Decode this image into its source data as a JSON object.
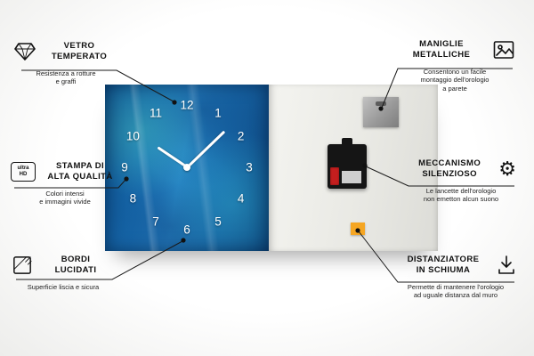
{
  "product": {
    "name": "orologio da parete in vetro",
    "accent_color": "#f5a623",
    "glass_blue": "#1a74b8"
  },
  "clock": {
    "numbers": [
      "12",
      "1",
      "2",
      "3",
      "4",
      "5",
      "6",
      "7",
      "8",
      "9",
      "10",
      "11"
    ]
  },
  "features": [
    {
      "id": "vetro-temperato",
      "title": "VETRO\nTEMPERATO",
      "description": "Resistenza a rotture\ne graffi",
      "icon": "diamond-icon"
    },
    {
      "id": "stampa-alta-qualita",
      "title": "STAMPA DI\nALTA QUALITÀ",
      "description": "Colori intensi\ne immagini vivide",
      "icon": "ultra-hd-icon",
      "icon_label": "ultra\nHD"
    },
    {
      "id": "bordi-lucidati",
      "title": "BORDI\nLUCIDATI",
      "description": "Superficie liscia e sicura",
      "icon": "polished-edge-icon"
    },
    {
      "id": "maniglie-metalliche",
      "title": "MANIGLIE\nMETALLICHE",
      "description": "Consentono un facile\nmontaggio dell'orologio\na parete",
      "icon": "picture-frame-icon"
    },
    {
      "id": "meccanismo-silenzioso",
      "title": "MECCANISMO\nSILENZIOSO",
      "description": "Le lancette dell'orologio\nnon emetton alcun suono",
      "icon": "gear-icon"
    },
    {
      "id": "distanziatore-schiuma",
      "title": "DISTANZIATORE\nIN SCHIUMA",
      "description": "Permette di mantenere l'orologio\nad uguale distanza dal muro",
      "icon": "arrow-down-icon"
    }
  ]
}
